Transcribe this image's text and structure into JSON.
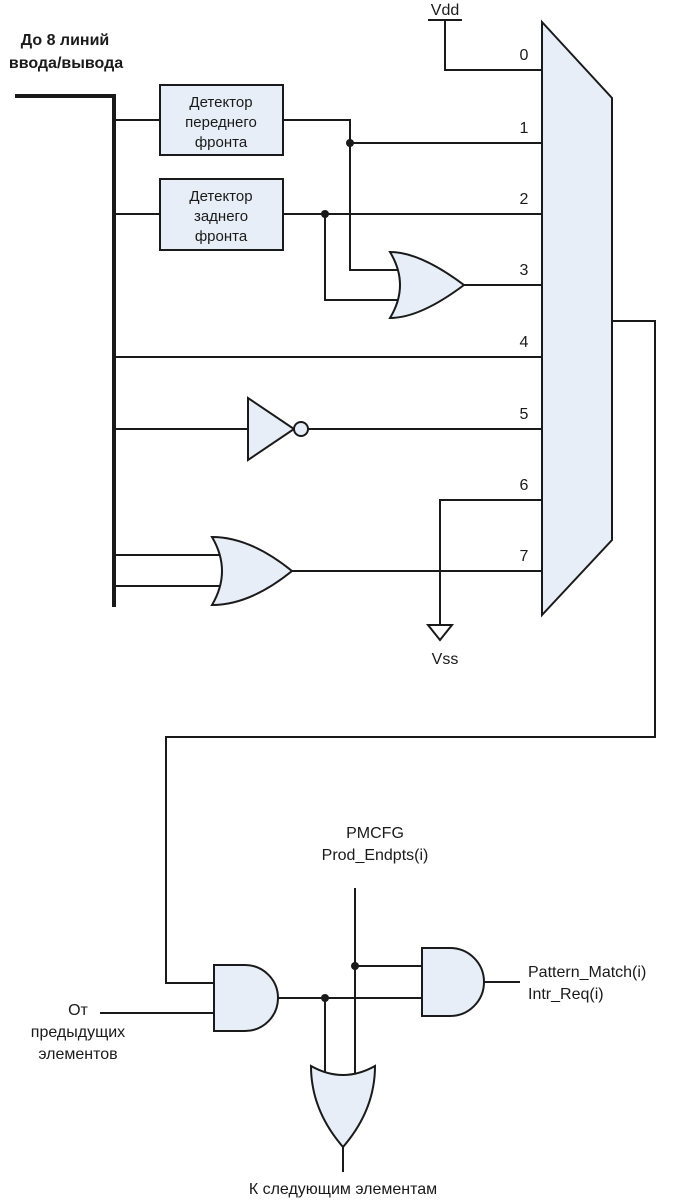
{
  "labels": {
    "vdd": "Vdd",
    "vss": "Vss",
    "bus": [
      "До 8 линий",
      "ввода/вывода"
    ],
    "rising_detector": [
      "Детектор",
      "переднего",
      "фронта"
    ],
    "falling_detector": [
      "Детектор",
      "заднего",
      "фронта"
    ],
    "pmcfg": [
      "PMCFG",
      "Prod_Endpts(i)"
    ],
    "output": [
      "Pattern_Match(i)",
      "Intr_Req(i)"
    ],
    "from_prev": [
      "От",
      "предыдущих",
      "элементов"
    ],
    "to_next": "К следующим элементам"
  },
  "mux_inputs": [
    "0",
    "1",
    "2",
    "3",
    "4",
    "5",
    "6",
    "7"
  ],
  "colors": {
    "gate_fill": "#e7eef7",
    "line": "#1a1a1a",
    "background": "#ffffff"
  }
}
